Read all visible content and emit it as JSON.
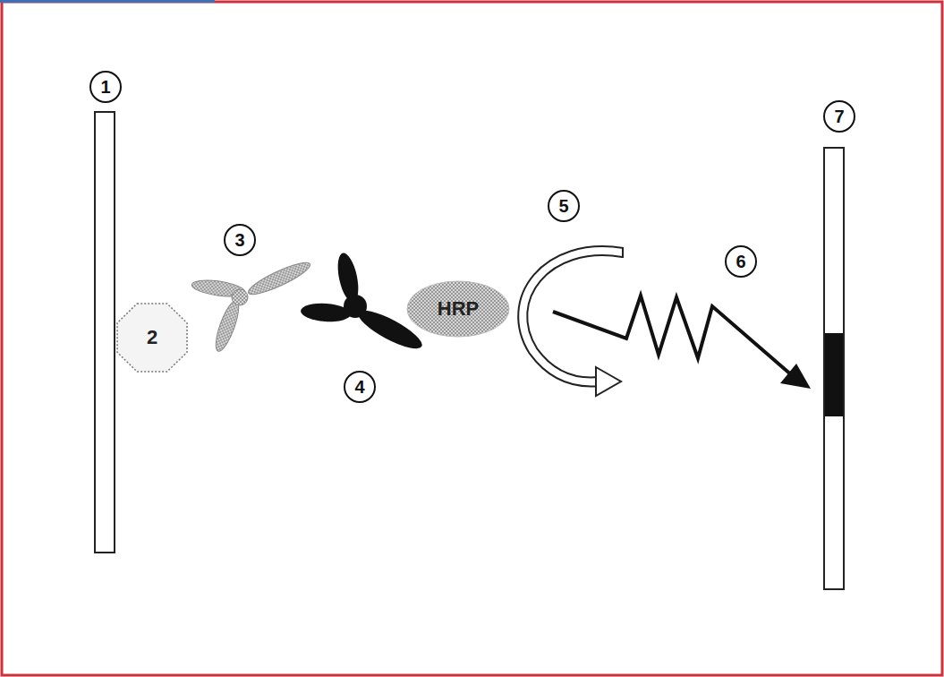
{
  "diagram": {
    "nodes": [
      {
        "text": [
          "2"
        ]
      },
      {
        "text": [
          "HRP"
        ]
      }
    ],
    "labels": [
      "1",
      "3",
      "4",
      "5",
      "6",
      "7"
    ]
  }
}
